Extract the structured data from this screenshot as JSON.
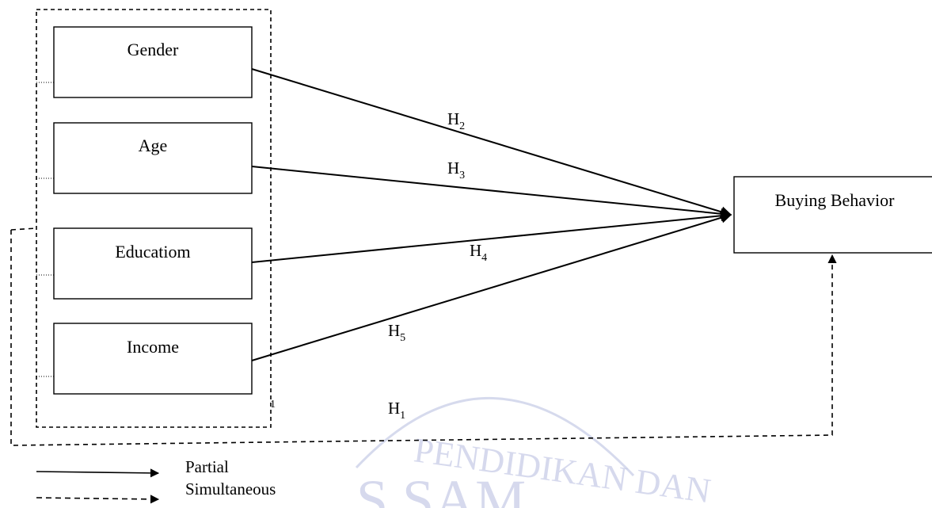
{
  "variables": [
    {
      "label": "Gender"
    },
    {
      "label": "Age"
    },
    {
      "label": "Educatiom"
    },
    {
      "label": "Income"
    }
  ],
  "outcome": {
    "label": "Buying Behavior"
  },
  "hypotheses": [
    {
      "id": "H",
      "sub": "2"
    },
    {
      "id": "H",
      "sub": "3"
    },
    {
      "id": "H",
      "sub": "4"
    },
    {
      "id": "H",
      "sub": "5"
    }
  ],
  "simultaneous_hypothesis": {
    "id": "H",
    "sub": "1"
  },
  "legend": {
    "partial": "Partial",
    "simultaneous": "Simultaneous"
  },
  "watermark": {
    "text": "PENDIDIKAN DAN",
    "text2": "S  SAM"
  },
  "colors": {
    "line": "#000000",
    "watermark": "#c5cae6"
  }
}
